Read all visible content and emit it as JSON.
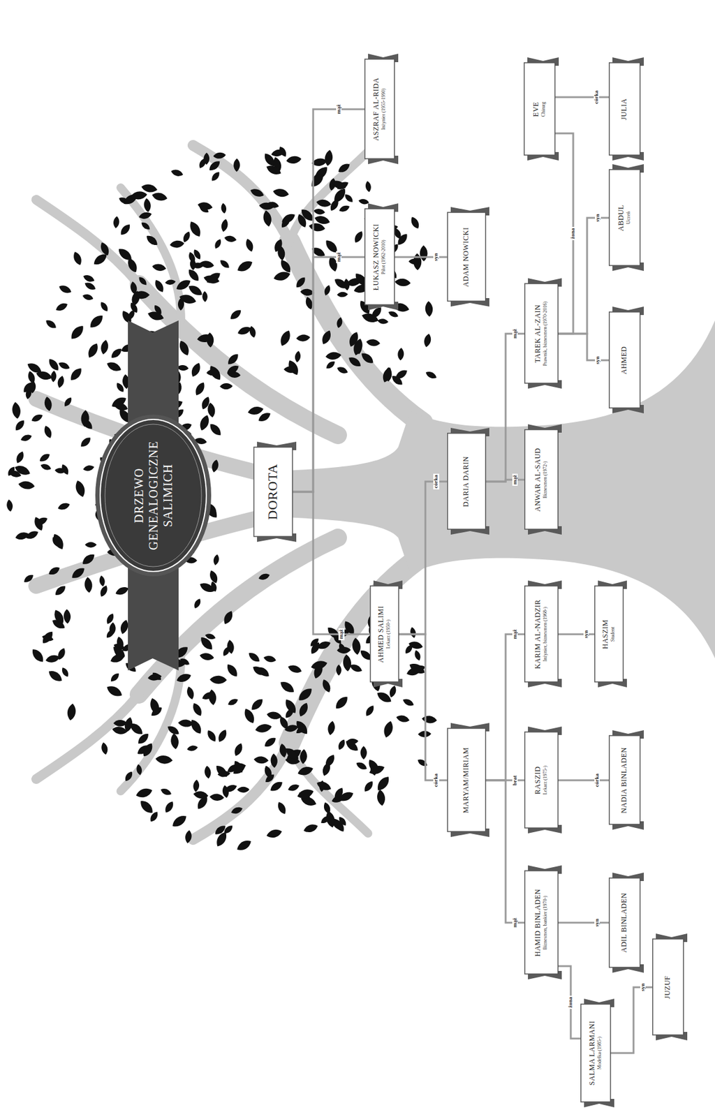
{
  "diagram": {
    "title": "DRZEWO GENEALOGICZNE SALIMICH",
    "nodes": [
      {
        "text": [
          "DOROTA"
        ]
      },
      {
        "text": [
          "AHMED SALIMI",
          "Lekarz (1950-)"
        ]
      },
      {
        "text": [
          "ŁUKASZ NOWICKI",
          "Pilot (1962-2010)"
        ]
      },
      {
        "text": [
          "ASZRAF AL-RIDA",
          "Inżynier (1955-1990)"
        ]
      },
      {
        "text": [
          "MARYAM/MIRIAM"
        ]
      },
      {
        "text": [
          "DARIA DARIN"
        ]
      },
      {
        "text": [
          "ADAM NOWICKI"
        ]
      },
      {
        "text": [
          "HAMID BINLADEN",
          "Biznesmen, bankier (1970-)"
        ]
      },
      {
        "text": [
          "RASZID",
          "Lekarz (1975-)"
        ]
      },
      {
        "text": [
          "KARIM AL-NADZIR",
          "Inżynier, biznesmen (1968-)"
        ]
      },
      {
        "text": [
          "ANWAR AL-SAUD",
          "Biznesmen (1972-)"
        ]
      },
      {
        "text": [
          "TAREK AL-ZAIN",
          "Prawnik, biznesmen (1970-2016)"
        ]
      },
      {
        "text": [
          "EVE",
          "Chirurg"
        ]
      },
      {
        "text": [
          "SALMA LARMANI",
          "Modelka (1985-)"
        ]
      },
      {
        "text": [
          "HASZIM",
          "Student"
        ]
      },
      {
        "text": [
          "NADIA BINLADEN"
        ]
      },
      {
        "text": [
          "ADIL BINLADEN"
        ]
      },
      {
        "text": [
          "AHMED"
        ]
      },
      {
        "text": [
          "ABDUL",
          "Uczeń"
        ]
      },
      {
        "text": [
          "JULIA"
        ]
      },
      {
        "text": [
          "JUZUF"
        ]
      }
    ],
    "edges": [
      {
        "from": 0,
        "to": 1,
        "label": "mąż",
        "arrow": "none"
      },
      {
        "from": 0,
        "to": 2,
        "label": "mąż",
        "arrow": "none"
      },
      {
        "from": 0,
        "to": 3,
        "label": "mąż",
        "arrow": "none"
      },
      {
        "from": 1,
        "to": 4,
        "label": "córka",
        "arrow": "none"
      },
      {
        "from": 1,
        "to": 5,
        "label": "córka",
        "arrow": "none"
      },
      {
        "from": 2,
        "to": 6,
        "label": "syn",
        "arrow": "none"
      },
      {
        "from": 4,
        "to": 7,
        "label": "mąż",
        "arrow": "none"
      },
      {
        "from": 4,
        "to": 8,
        "label": "brat",
        "arrow": "none"
      },
      {
        "from": 4,
        "to": 9,
        "label": "mąż",
        "arrow": "none"
      },
      {
        "from": 5,
        "to": 10,
        "label": "mąż",
        "arrow": "none"
      },
      {
        "from": 5,
        "to": 11,
        "label": "mąż",
        "arrow": "none"
      },
      {
        "from": 11,
        "to": 12,
        "label": "żona",
        "arrow": "none"
      },
      {
        "from": 7,
        "to": 13,
        "label": "żona",
        "arrow": "none"
      },
      {
        "from": 9,
        "to": 14,
        "label": "syn",
        "arrow": "none"
      },
      {
        "from": 8,
        "to": 15,
        "label": "córka",
        "arrow": "none"
      },
      {
        "from": 7,
        "to": 16,
        "label": "syn",
        "arrow": "none"
      },
      {
        "from": 11,
        "to": 17,
        "label": "syn",
        "arrow": "none"
      },
      {
        "from": 11,
        "to": 18,
        "label": "syn",
        "arrow": "none"
      },
      {
        "from": 12,
        "to": 19,
        "label": "córka",
        "arrow": "none"
      },
      {
        "from": 13,
        "to": 20,
        "label": "syn",
        "arrow": "none"
      }
    ]
  }
}
